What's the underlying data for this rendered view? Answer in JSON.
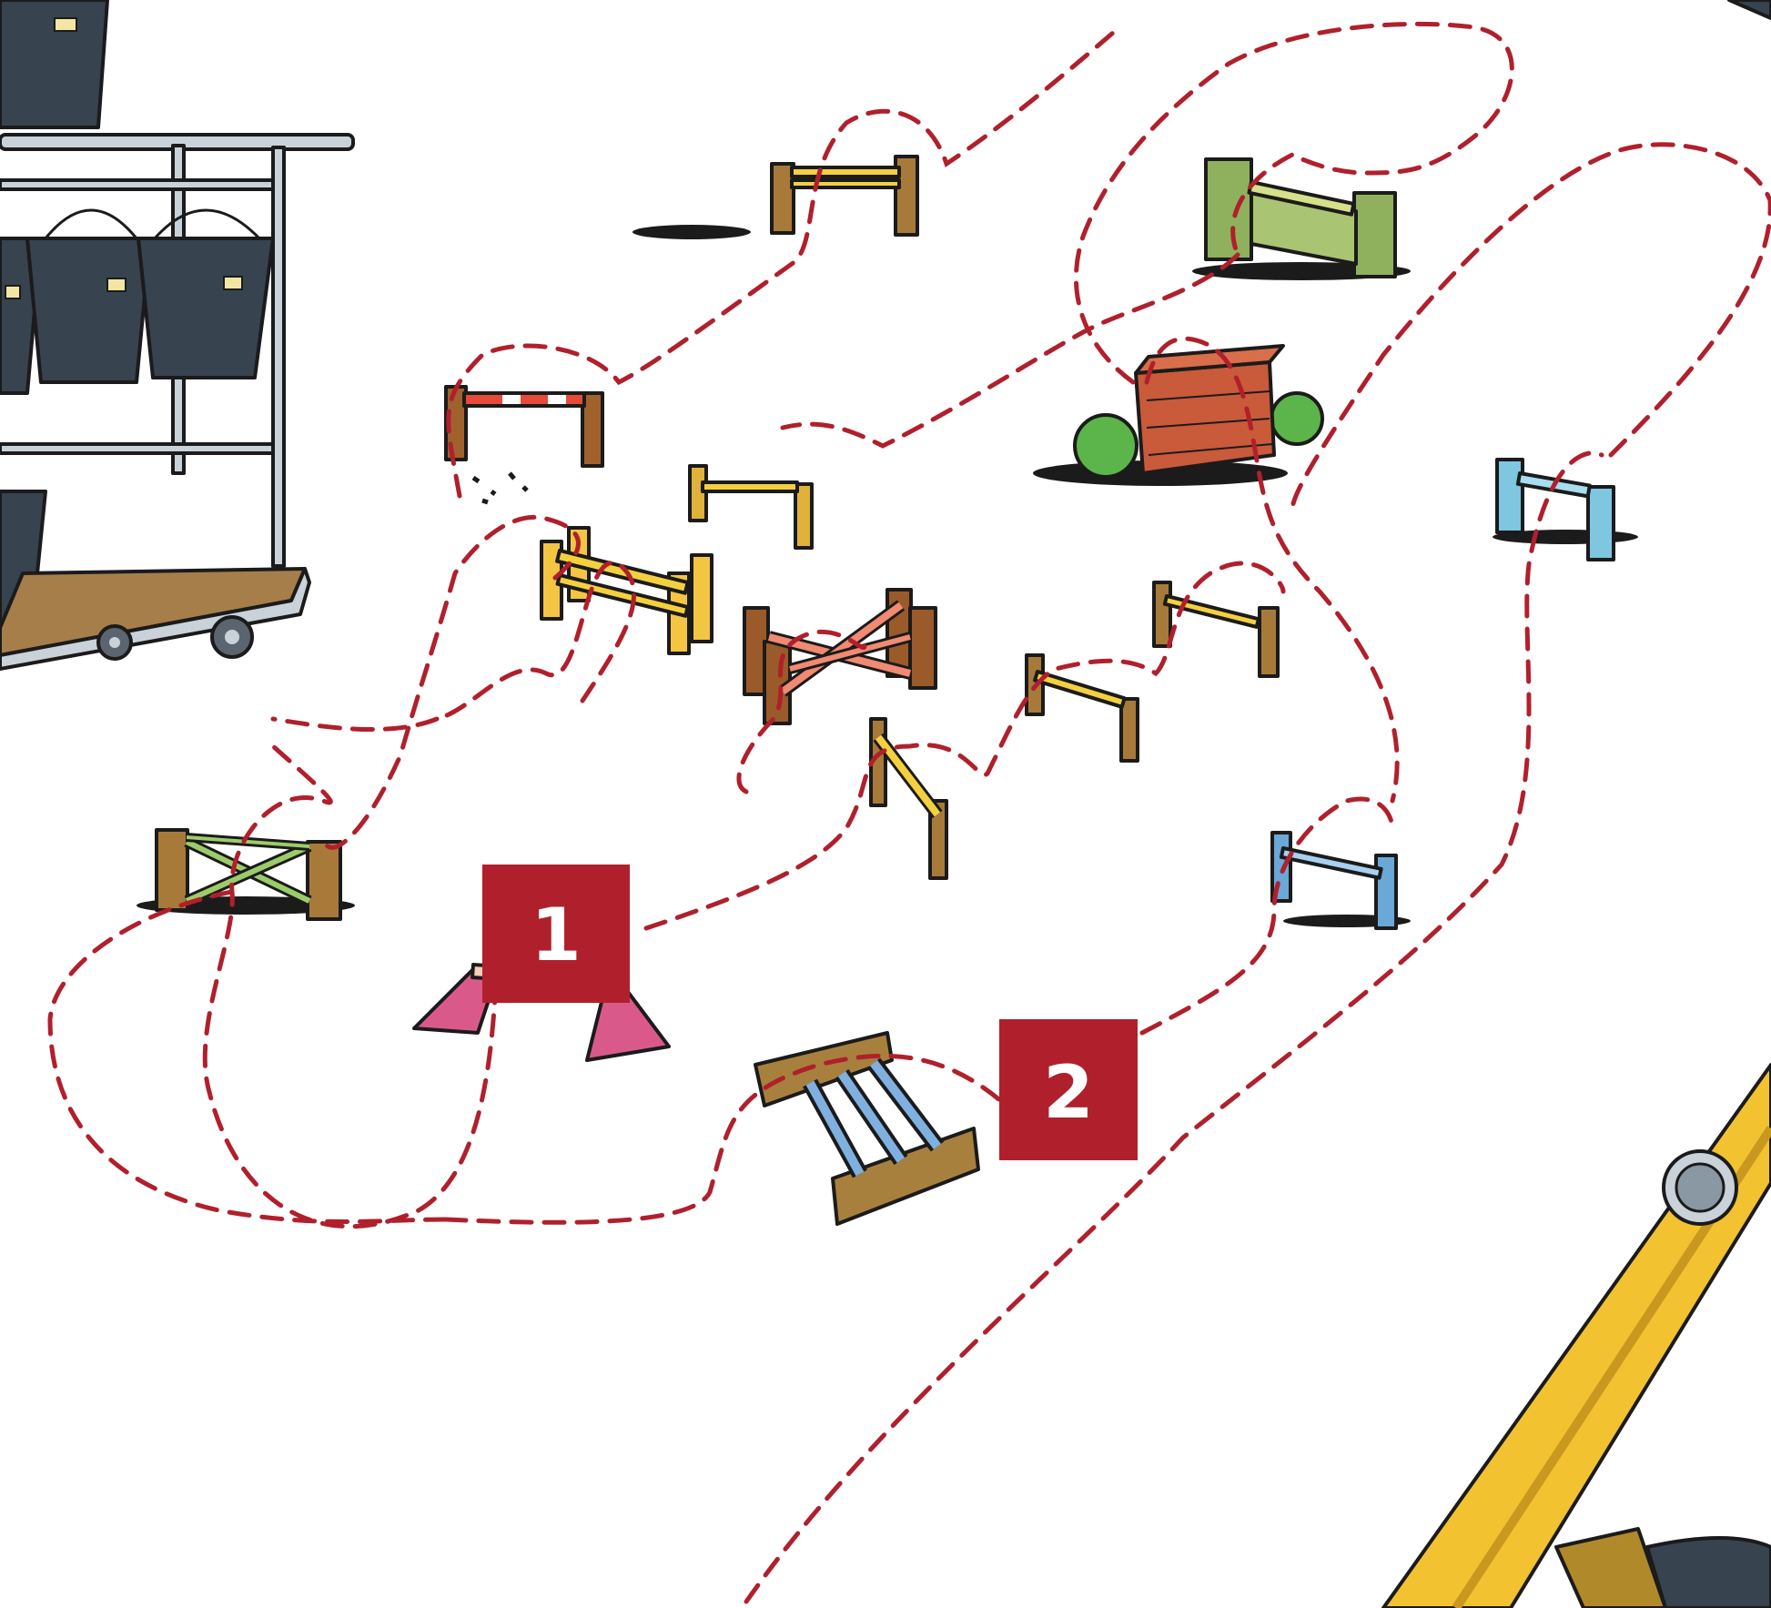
{
  "course": {
    "marker_1": {
      "label": "1"
    },
    "marker_2": {
      "label": "2"
    }
  },
  "colors": {
    "route": "#b0202c",
    "marker": "#b0202c",
    "ground": "#ffffff",
    "crane_yellow": "#f2c231",
    "bucket": "#37434f"
  },
  "scene_objects": [
    "bucket-cart",
    "rail-fence-yellow",
    "wall-jump-green",
    "rail-fence-red-white",
    "brick-wall-jump",
    "rail-fence-blue",
    "oxer-yellow-black",
    "cross-rail-red",
    "cross-rail-green",
    "start-jump-pink",
    "hay-box-jump",
    "crane-arm"
  ]
}
